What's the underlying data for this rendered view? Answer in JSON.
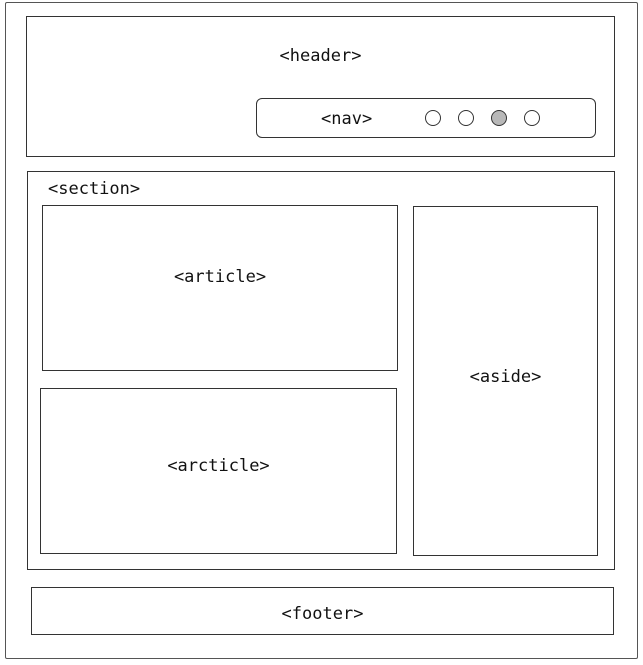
{
  "header": {
    "label": "<header>",
    "nav": {
      "label": "<nav>",
      "dots": [
        {
          "active": false
        },
        {
          "active": false
        },
        {
          "active": true
        },
        {
          "active": false
        }
      ],
      "dot_active_color": "#b8b8b8"
    }
  },
  "section": {
    "label": "<section>",
    "article_1": {
      "label": "<article>"
    },
    "article_2": {
      "label": "<arcticle>"
    },
    "aside": {
      "label": "<aside>"
    }
  },
  "footer": {
    "label": "<footer>"
  }
}
